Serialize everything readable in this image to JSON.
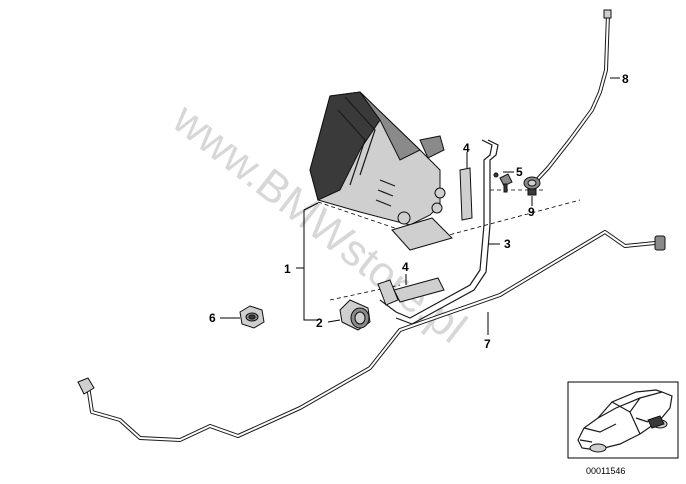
{
  "callouts": {
    "c1": "1",
    "c2": "2",
    "c3": "3",
    "c4a": "4",
    "c4b": "4",
    "c5": "5",
    "c6": "6",
    "c7": "7",
    "c8": "8",
    "c9": "9"
  },
  "watermark": "www.BMWstore.pl",
  "catalog_number": "00011546"
}
